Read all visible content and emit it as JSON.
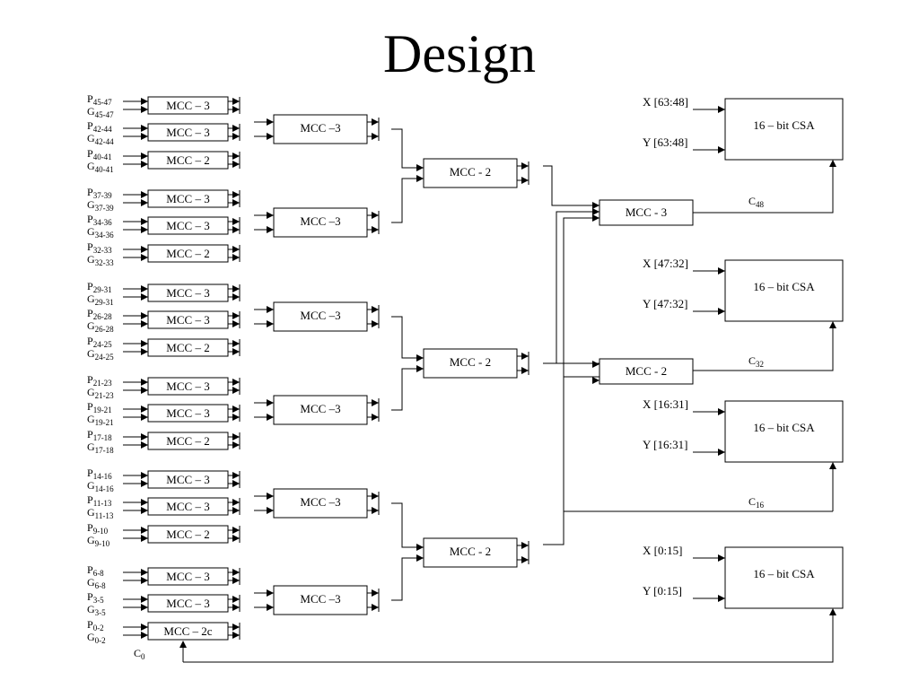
{
  "title": "Design",
  "input_groups": [
    {
      "cells": [
        {
          "p": "P",
          "p_sub": "45-47",
          "g": "G",
          "g_sub": "45-47",
          "block": "MCC – 3"
        },
        {
          "p": "P",
          "p_sub": "42-44",
          "g": "G",
          "g_sub": "42-44",
          "block": "MCC – 3"
        },
        {
          "p": "P",
          "p_sub": "40-41",
          "g": "G",
          "g_sub": "40-41",
          "block": "MCC – 2"
        }
      ],
      "mid": "MCC –3"
    },
    {
      "cells": [
        {
          "p": "P",
          "p_sub": "37-39",
          "g": "G",
          "g_sub": "37-39",
          "block": "MCC – 3"
        },
        {
          "p": "P",
          "p_sub": "34-36",
          "g": "G",
          "g_sub": "34-36",
          "block": "MCC – 3"
        },
        {
          "p": "P",
          "p_sub": "32-33",
          "g": "G",
          "g_sub": "32-33",
          "block": "MCC – 2"
        }
      ],
      "mid": "MCC –3"
    },
    {
      "cells": [
        {
          "p": "P",
          "p_sub": "29-31",
          "g": "G",
          "g_sub": "29-31",
          "block": "MCC – 3"
        },
        {
          "p": "P",
          "p_sub": "26-28",
          "g": "G",
          "g_sub": "26-28",
          "block": "MCC – 3"
        },
        {
          "p": "P",
          "p_sub": "24-25",
          "g": "G",
          "g_sub": "24-25",
          "block": "MCC – 2"
        }
      ],
      "mid": "MCC –3"
    },
    {
      "cells": [
        {
          "p": "P",
          "p_sub": "21-23",
          "g": "G",
          "g_sub": "21-23",
          "block": "MCC – 3"
        },
        {
          "p": "P",
          "p_sub": "19-21",
          "g": "G",
          "g_sub": "19-21",
          "block": "MCC – 3"
        },
        {
          "p": "P",
          "p_sub": "17-18",
          "g": "G",
          "g_sub": "17-18",
          "block": "MCC – 2"
        }
      ],
      "mid": "MCC –3"
    },
    {
      "cells": [
        {
          "p": "P",
          "p_sub": "14-16",
          "g": "G",
          "g_sub": "14-16",
          "block": "MCC – 3"
        },
        {
          "p": "P",
          "p_sub": "11-13",
          "g": "G",
          "g_sub": "11-13",
          "block": "MCC – 3"
        },
        {
          "p": "P",
          "p_sub": "9-10",
          "g": "G",
          "g_sub": "9-10",
          "block": "MCC – 2"
        }
      ],
      "mid": "MCC –3"
    },
    {
      "cells": [
        {
          "p": "P",
          "p_sub": "6-8",
          "g": "G",
          "g_sub": "6-8",
          "block": "MCC – 3"
        },
        {
          "p": "P",
          "p_sub": "3-5",
          "g": "G",
          "g_sub": "3-5",
          "block": "MCC – 3"
        },
        {
          "p": "P",
          "p_sub": "0-2",
          "g": "G",
          "g_sub": "0-2",
          "block": "MCC – 2c"
        }
      ],
      "mid": "MCC –3"
    }
  ],
  "level3": [
    "MCC - 2",
    "MCC - 2",
    "MCC - 2"
  ],
  "level4": [
    "MCC - 3",
    "MCC - 2"
  ],
  "carry_in": {
    "c": "C",
    "sub": "0"
  },
  "csa_blocks": [
    {
      "x": "X [63:48]",
      "y": "Y [63:48]",
      "label": "16 – bit CSA",
      "carry": "C",
      "carry_sub": "48"
    },
    {
      "x": "X [47:32]",
      "y": "Y [47:32]",
      "label": "16 – bit CSA",
      "carry": "C",
      "carry_sub": "32"
    },
    {
      "x": "X [16:31]",
      "y": "Y [16:31]",
      "label": "16 – bit CSA",
      "carry": "C",
      "carry_sub": "16"
    },
    {
      "x": "X [0:15]",
      "y": "Y [0:15]",
      "label": "16 – bit CSA",
      "carry": "C",
      "carry_sub": "0"
    }
  ]
}
